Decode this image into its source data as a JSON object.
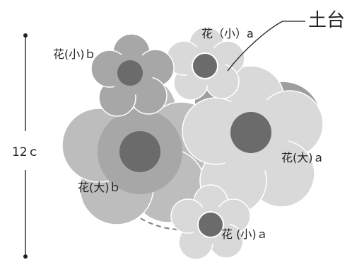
{
  "labels": {
    "base": "土台",
    "size": "12ｃ",
    "small_a_top": "花（小）a",
    "small_b": "花(小)ｂ",
    "large_a": "花(大)ａ",
    "large_b": "花(大)ｂ",
    "small_a_bottom": "花 (小)ａ"
  },
  "colors": {
    "petal_light": "#d9d9d9",
    "petal_mid": "#bdbdbd",
    "petal_dark": "#9e9e9e",
    "center": "#6b6b6b",
    "outline": "#ffffff",
    "dashed_circle": "#808080",
    "text": "#222222"
  }
}
